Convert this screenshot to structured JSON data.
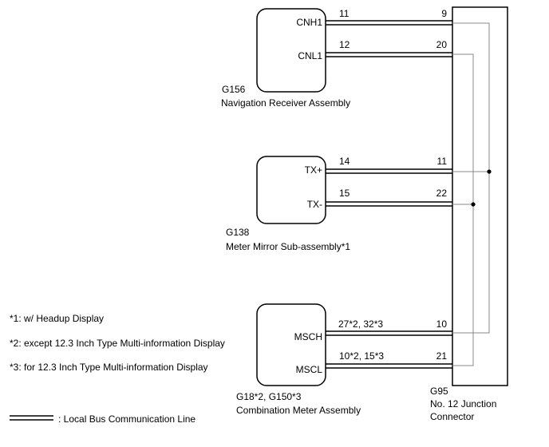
{
  "components": [
    {
      "code": "G156",
      "name": "Navigation Receiver Assembly",
      "pins": [
        {
          "signal": "CNH1",
          "pin": "11",
          "jc_pin": "9"
        },
        {
          "signal": "CNL1",
          "pin": "12",
          "jc_pin": "20"
        }
      ]
    },
    {
      "code": "G138",
      "name": "Meter Mirror Sub-assembly*1",
      "pins": [
        {
          "signal": "TX+",
          "pin": "14",
          "jc_pin": "11"
        },
        {
          "signal": "TX-",
          "pin": "15",
          "jc_pin": "22"
        }
      ]
    },
    {
      "code": "G18*2, G150*3",
      "name": "Combination Meter Assembly",
      "pins": [
        {
          "signal": "MSCH",
          "pin": "27*2, 32*3",
          "jc_pin": "10"
        },
        {
          "signal": "MSCL",
          "pin": "10*2, 15*3",
          "jc_pin": "21"
        }
      ]
    }
  ],
  "junction": {
    "code": "G95",
    "name_line1": "No. 12 Junction",
    "name_line2": "Connector"
  },
  "notes": [
    "*1: w/ Headup Display",
    "*2: except 12.3 Inch Type Multi-information Display",
    "*3: for 12.3 Inch Type Multi-information Display"
  ],
  "legend": {
    "label": ": Local Bus Communication Line"
  }
}
